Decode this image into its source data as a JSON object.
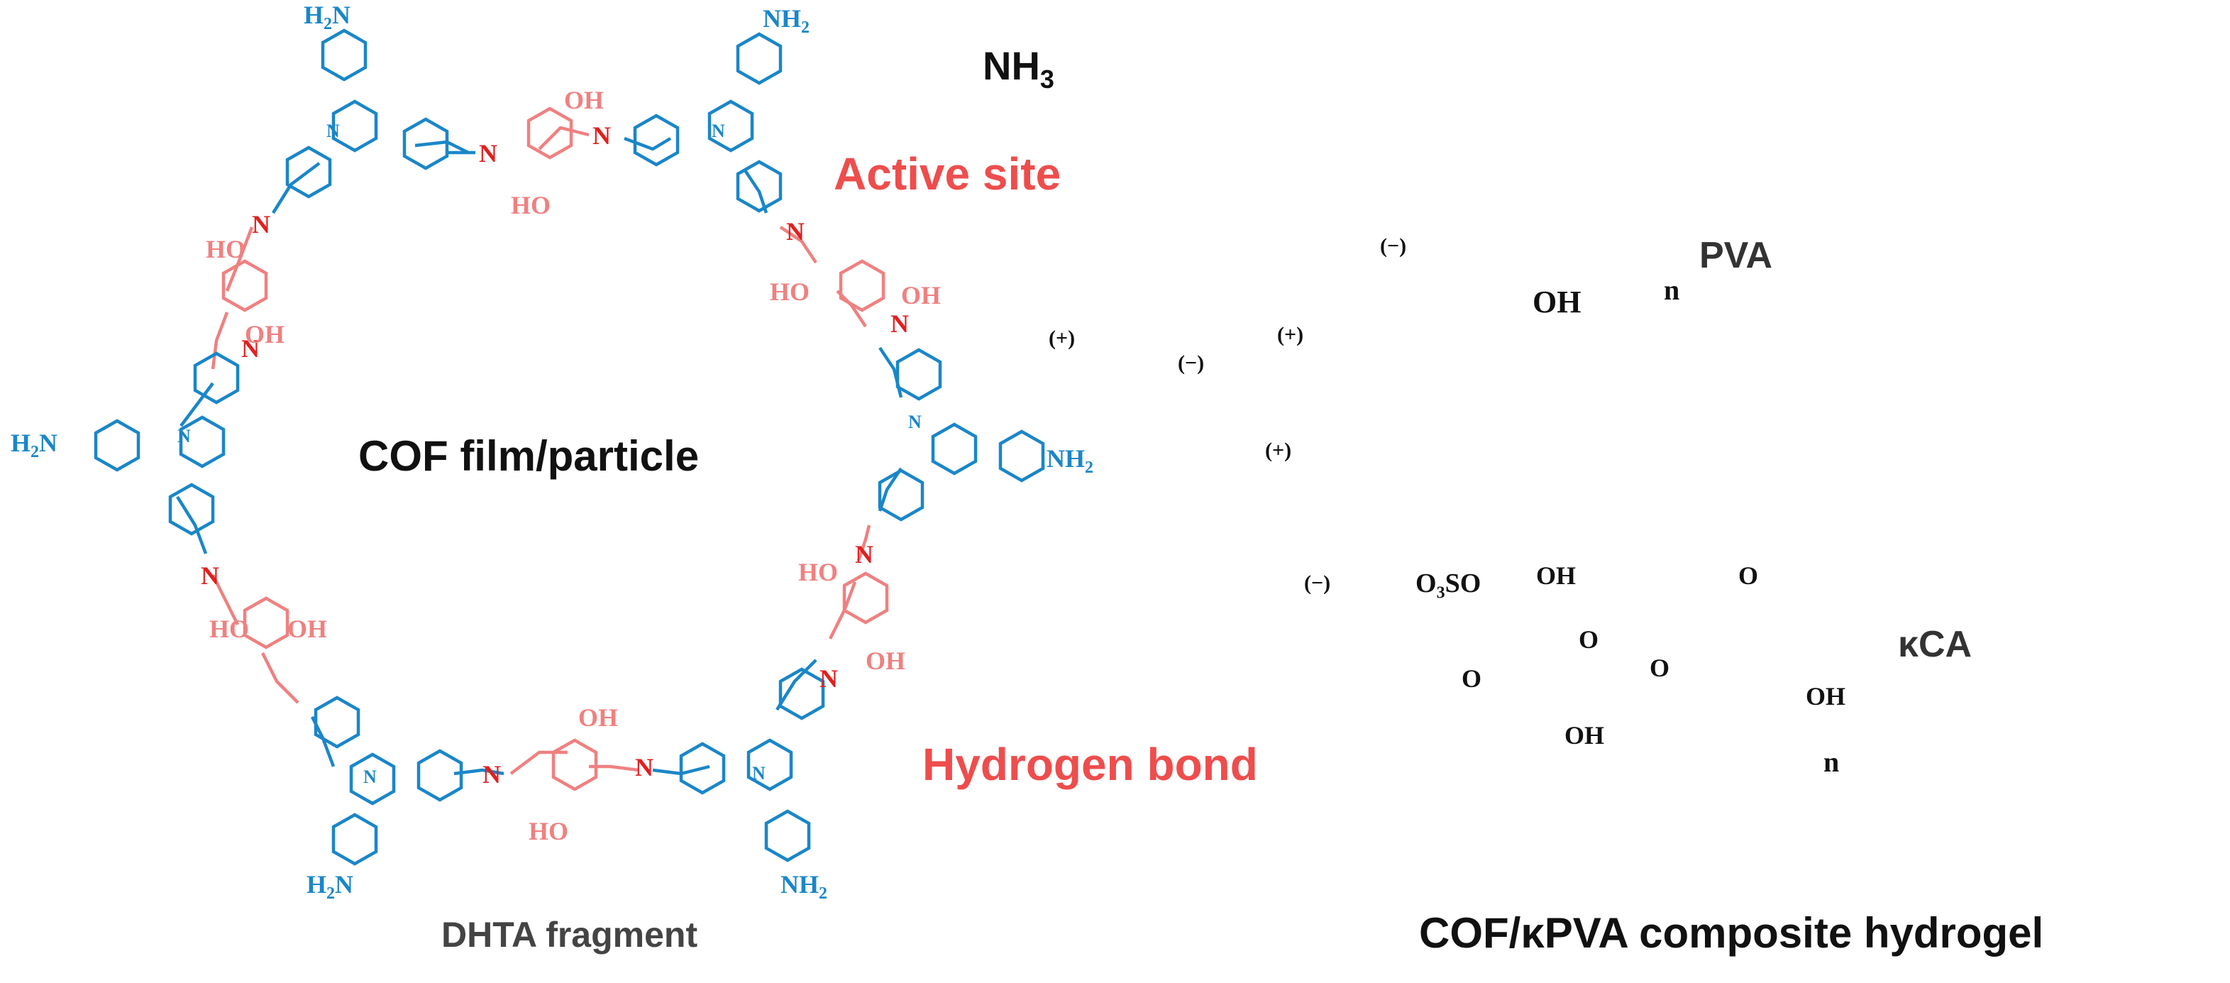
{
  "labels": {
    "cof_title": "COF film/particle",
    "active_site": "Active site",
    "nh3_text": "NH",
    "nh3_sub": "3",
    "hydrogen_bond": "Hydrogen bond",
    "dhta_fragment": "DHTA fragment",
    "pva": "PVA",
    "kca": "κCA",
    "composite": "COF/κPVA composite hydrogel"
  },
  "chem": {
    "amine": "H",
    "amine_sub": "2",
    "amine_n": "N",
    "amine_right": "NH",
    "oh": "OH",
    "ho": "HO",
    "n": "N",
    "n_index": "n",
    "pva_oh": "OH",
    "sulfate": "O",
    "sulfate_sub": "3",
    "sulfate_so": "SO",
    "charge_minus": "−",
    "charge_plus": "+",
    "o": "O",
    "h": "H"
  },
  "colors": {
    "cof_blue": "#1a86c8",
    "dhta_pink": "#f08080",
    "imine_red": "#e02020",
    "highlight": "#ee4d4d",
    "particle_orange": "#f08020",
    "gel_pink": "#f3c6c6",
    "gel_tan": "#e0b080"
  }
}
